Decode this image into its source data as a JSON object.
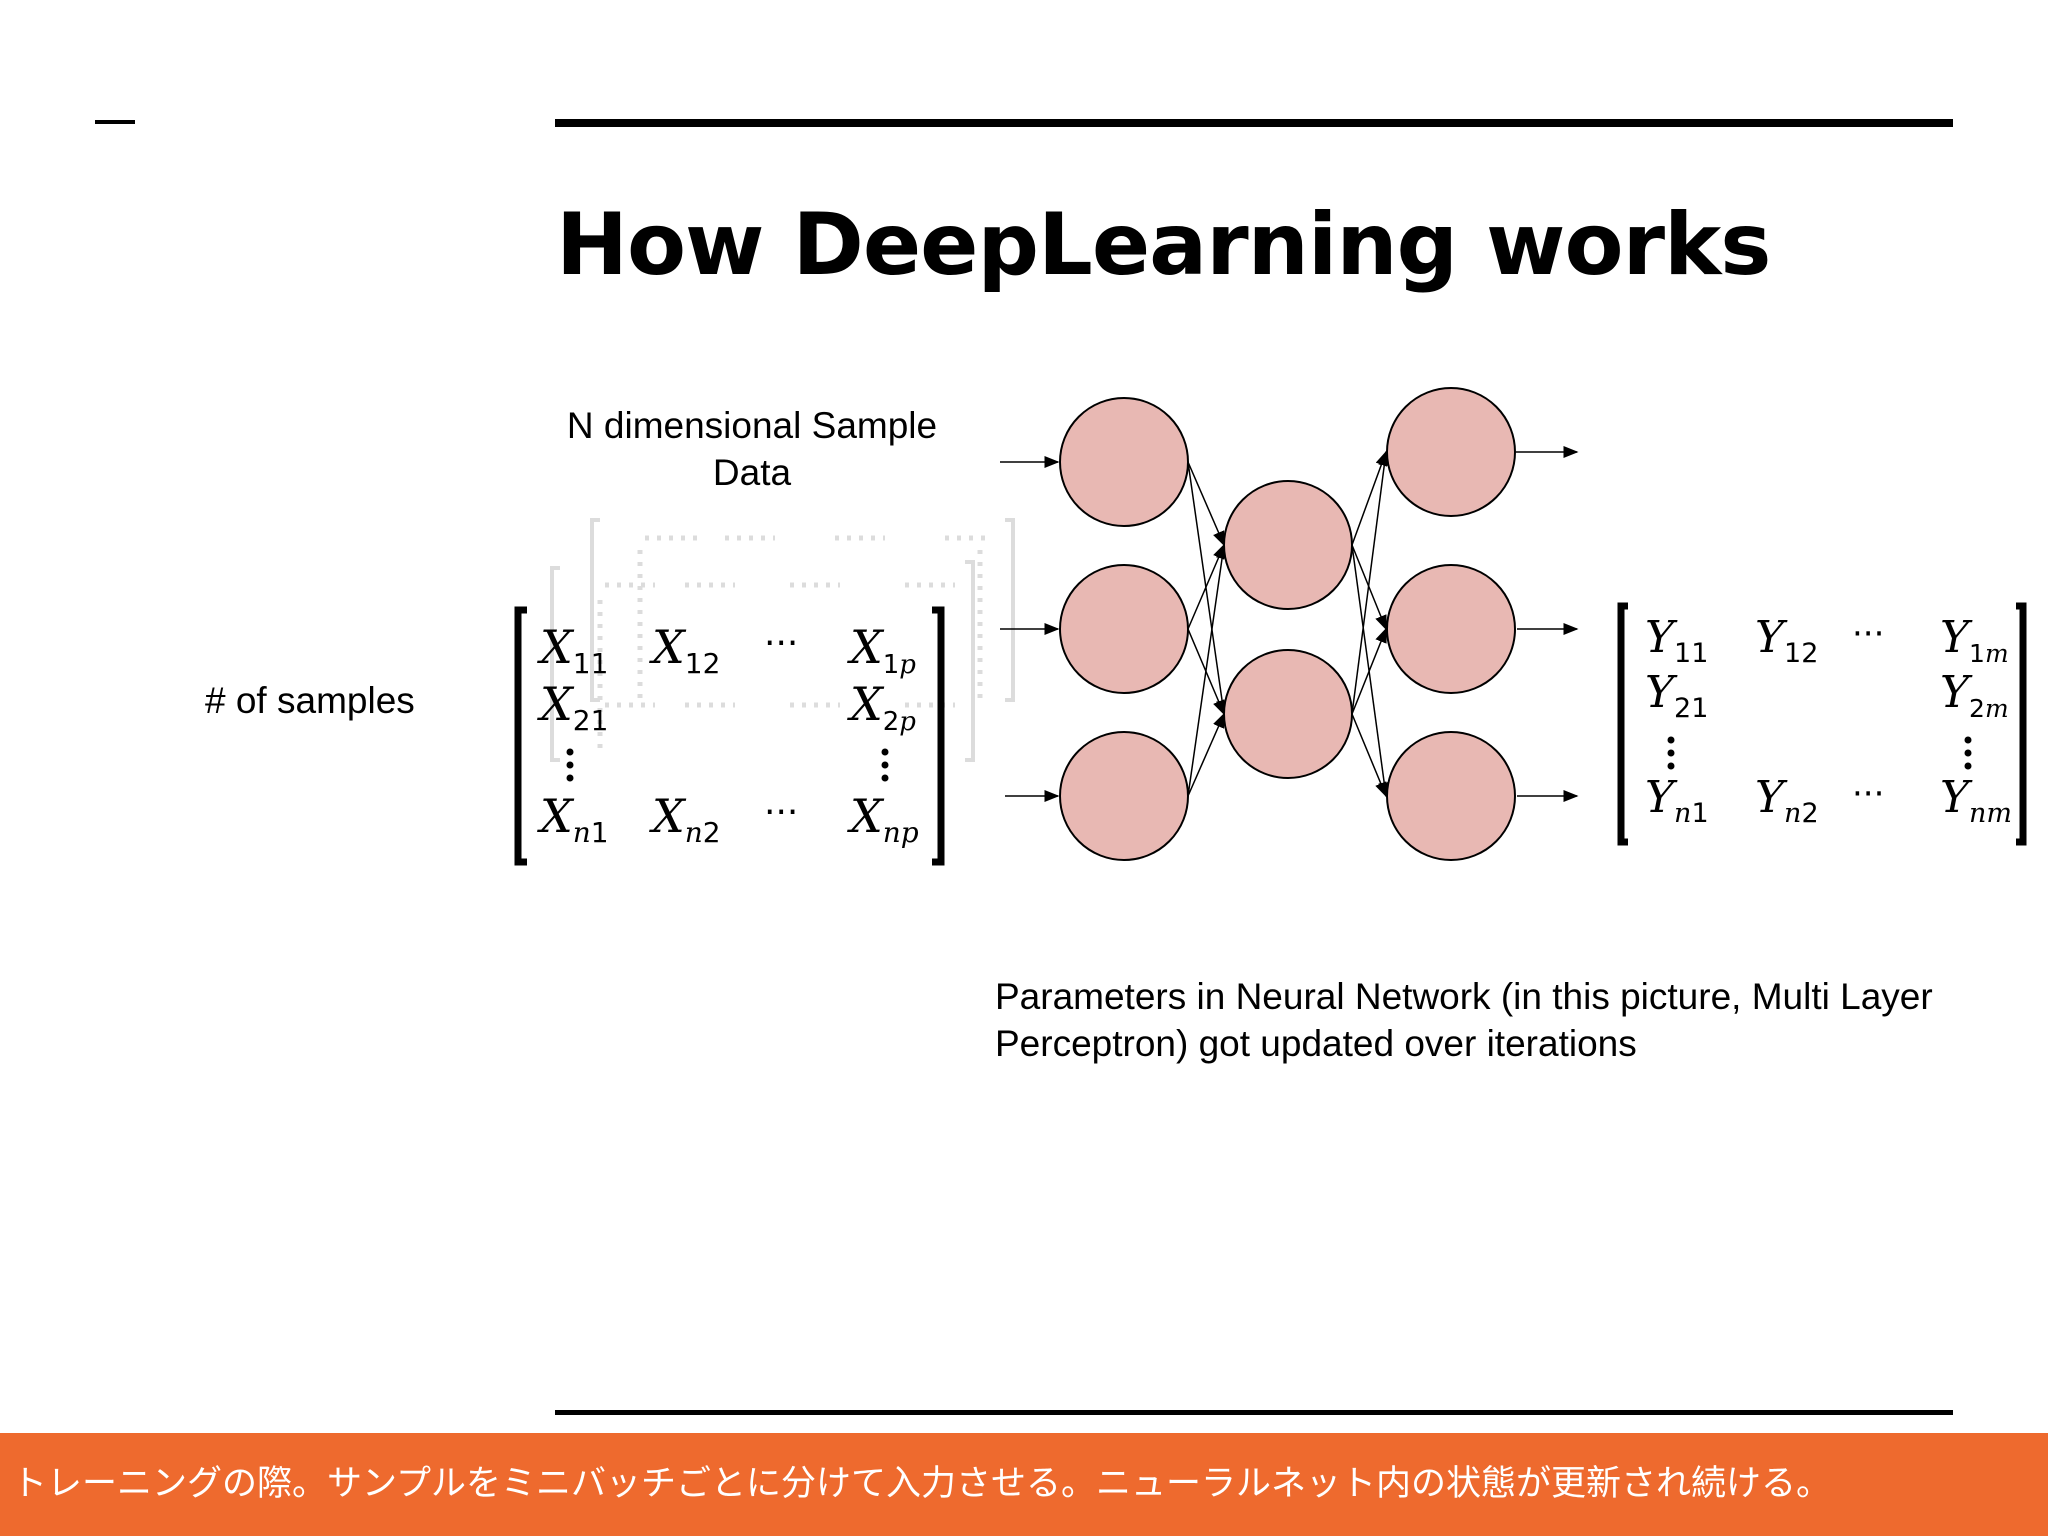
{
  "slide": {
    "title": "How DeepLearning works",
    "labels": {
      "n_dimensional": "N dimensional Sample Data",
      "samples": "# of samples",
      "parameters": "Parameters in Neural Network (in this picture, Multi Layer Perceptron) got updated over iterations"
    },
    "input_matrix": {
      "rows": [
        [
          "X11",
          "X12",
          "···",
          "X1p"
        ],
        [
          "X21",
          "",
          "",
          "X2p"
        ],
        [
          "Xn1",
          "Xn2",
          "···",
          "Xnp"
        ]
      ]
    },
    "output_matrix": {
      "rows": [
        [
          "Y11",
          "Y12",
          "···",
          "Y1m"
        ],
        [
          "Y21",
          "",
          "",
          "Y2m"
        ],
        [
          "Yn1",
          "Yn2",
          "···",
          "Ynm"
        ]
      ]
    },
    "network": {
      "layers": [
        3,
        2,
        3
      ],
      "node_color": "#e8b8b3"
    }
  },
  "footer": {
    "caption": "トレーニングの際。サンプルをミニバッチごとに分けて入力させる。ニューラルネット内の状態が更新され続ける。",
    "background": "#ee6a2e"
  }
}
